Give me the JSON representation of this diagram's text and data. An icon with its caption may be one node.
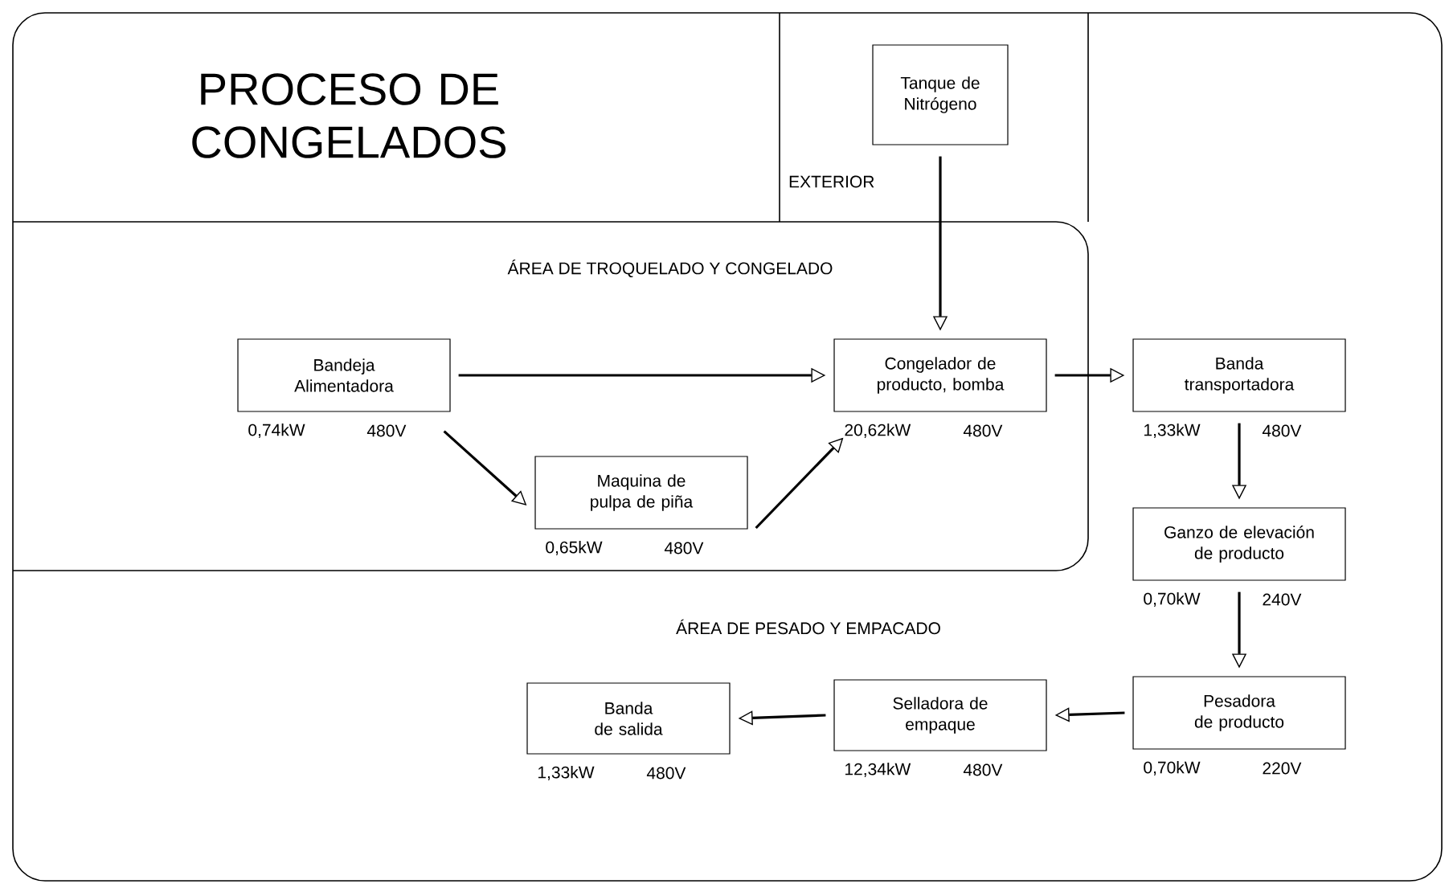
{
  "diagram": {
    "title": "PROCESO DE CONGELADOS",
    "nodes": [
      {
        "text": [
          "EXTERIOR"
        ]
      },
      {
        "text": [
          "Tanque de Nitrógeno"
        ],
        "in": 0
      },
      {
        "text": [
          "ÁREA DE TROQUELADO Y CONGELADO"
        ]
      },
      {
        "text": [
          "Bandeja Alimentadora"
        ],
        "in": 2,
        "beside": [
          "0,74kW",
          "480V"
        ]
      },
      {
        "text": [
          "Maquina de pulpa de piña"
        ],
        "in": 2,
        "beside": [
          "0,65kW",
          "480V"
        ]
      },
      {
        "text": [
          "Congelador de producto, bomba"
        ],
        "in": 2,
        "beside": [
          "20,62kW",
          "480V"
        ]
      },
      {
        "text": [
          "Banda transportadora"
        ],
        "beside": [
          "1,33kW",
          "480V"
        ]
      },
      {
        "text": [
          "Ganzo de elevación de producto"
        ],
        "beside": [
          "0,70kW",
          "240V"
        ]
      },
      {
        "text": [
          "Pesadora de producto"
        ],
        "beside": [
          "0,70kW",
          "220V"
        ]
      },
      {
        "text": [
          "Selladora de empaque"
        ],
        "beside": [
          "12,34kW",
          "480V"
        ]
      },
      {
        "text": [
          "Banda de salida"
        ],
        "beside": [
          "1,33kW",
          "480V"
        ]
      }
    ],
    "edges": [
      {
        "from": 1,
        "to": 5,
        "arrow": "to"
      },
      {
        "from": 3,
        "to": 5,
        "arrow": "to"
      },
      {
        "from": 3,
        "to": 4,
        "arrow": "to"
      },
      {
        "from": 4,
        "to": 5,
        "arrow": "to"
      },
      {
        "from": 5,
        "to": 6,
        "arrow": "to"
      },
      {
        "from": 6,
        "to": 7,
        "arrow": "to"
      },
      {
        "from": 7,
        "to": 8,
        "arrow": "to"
      },
      {
        "from": 8,
        "to": 9,
        "arrow": "to"
      },
      {
        "from": 9,
        "to": 10,
        "arrow": "to"
      }
    ],
    "labels": [
      "ÁREA DE PESADO Y EMPACADO"
    ]
  }
}
